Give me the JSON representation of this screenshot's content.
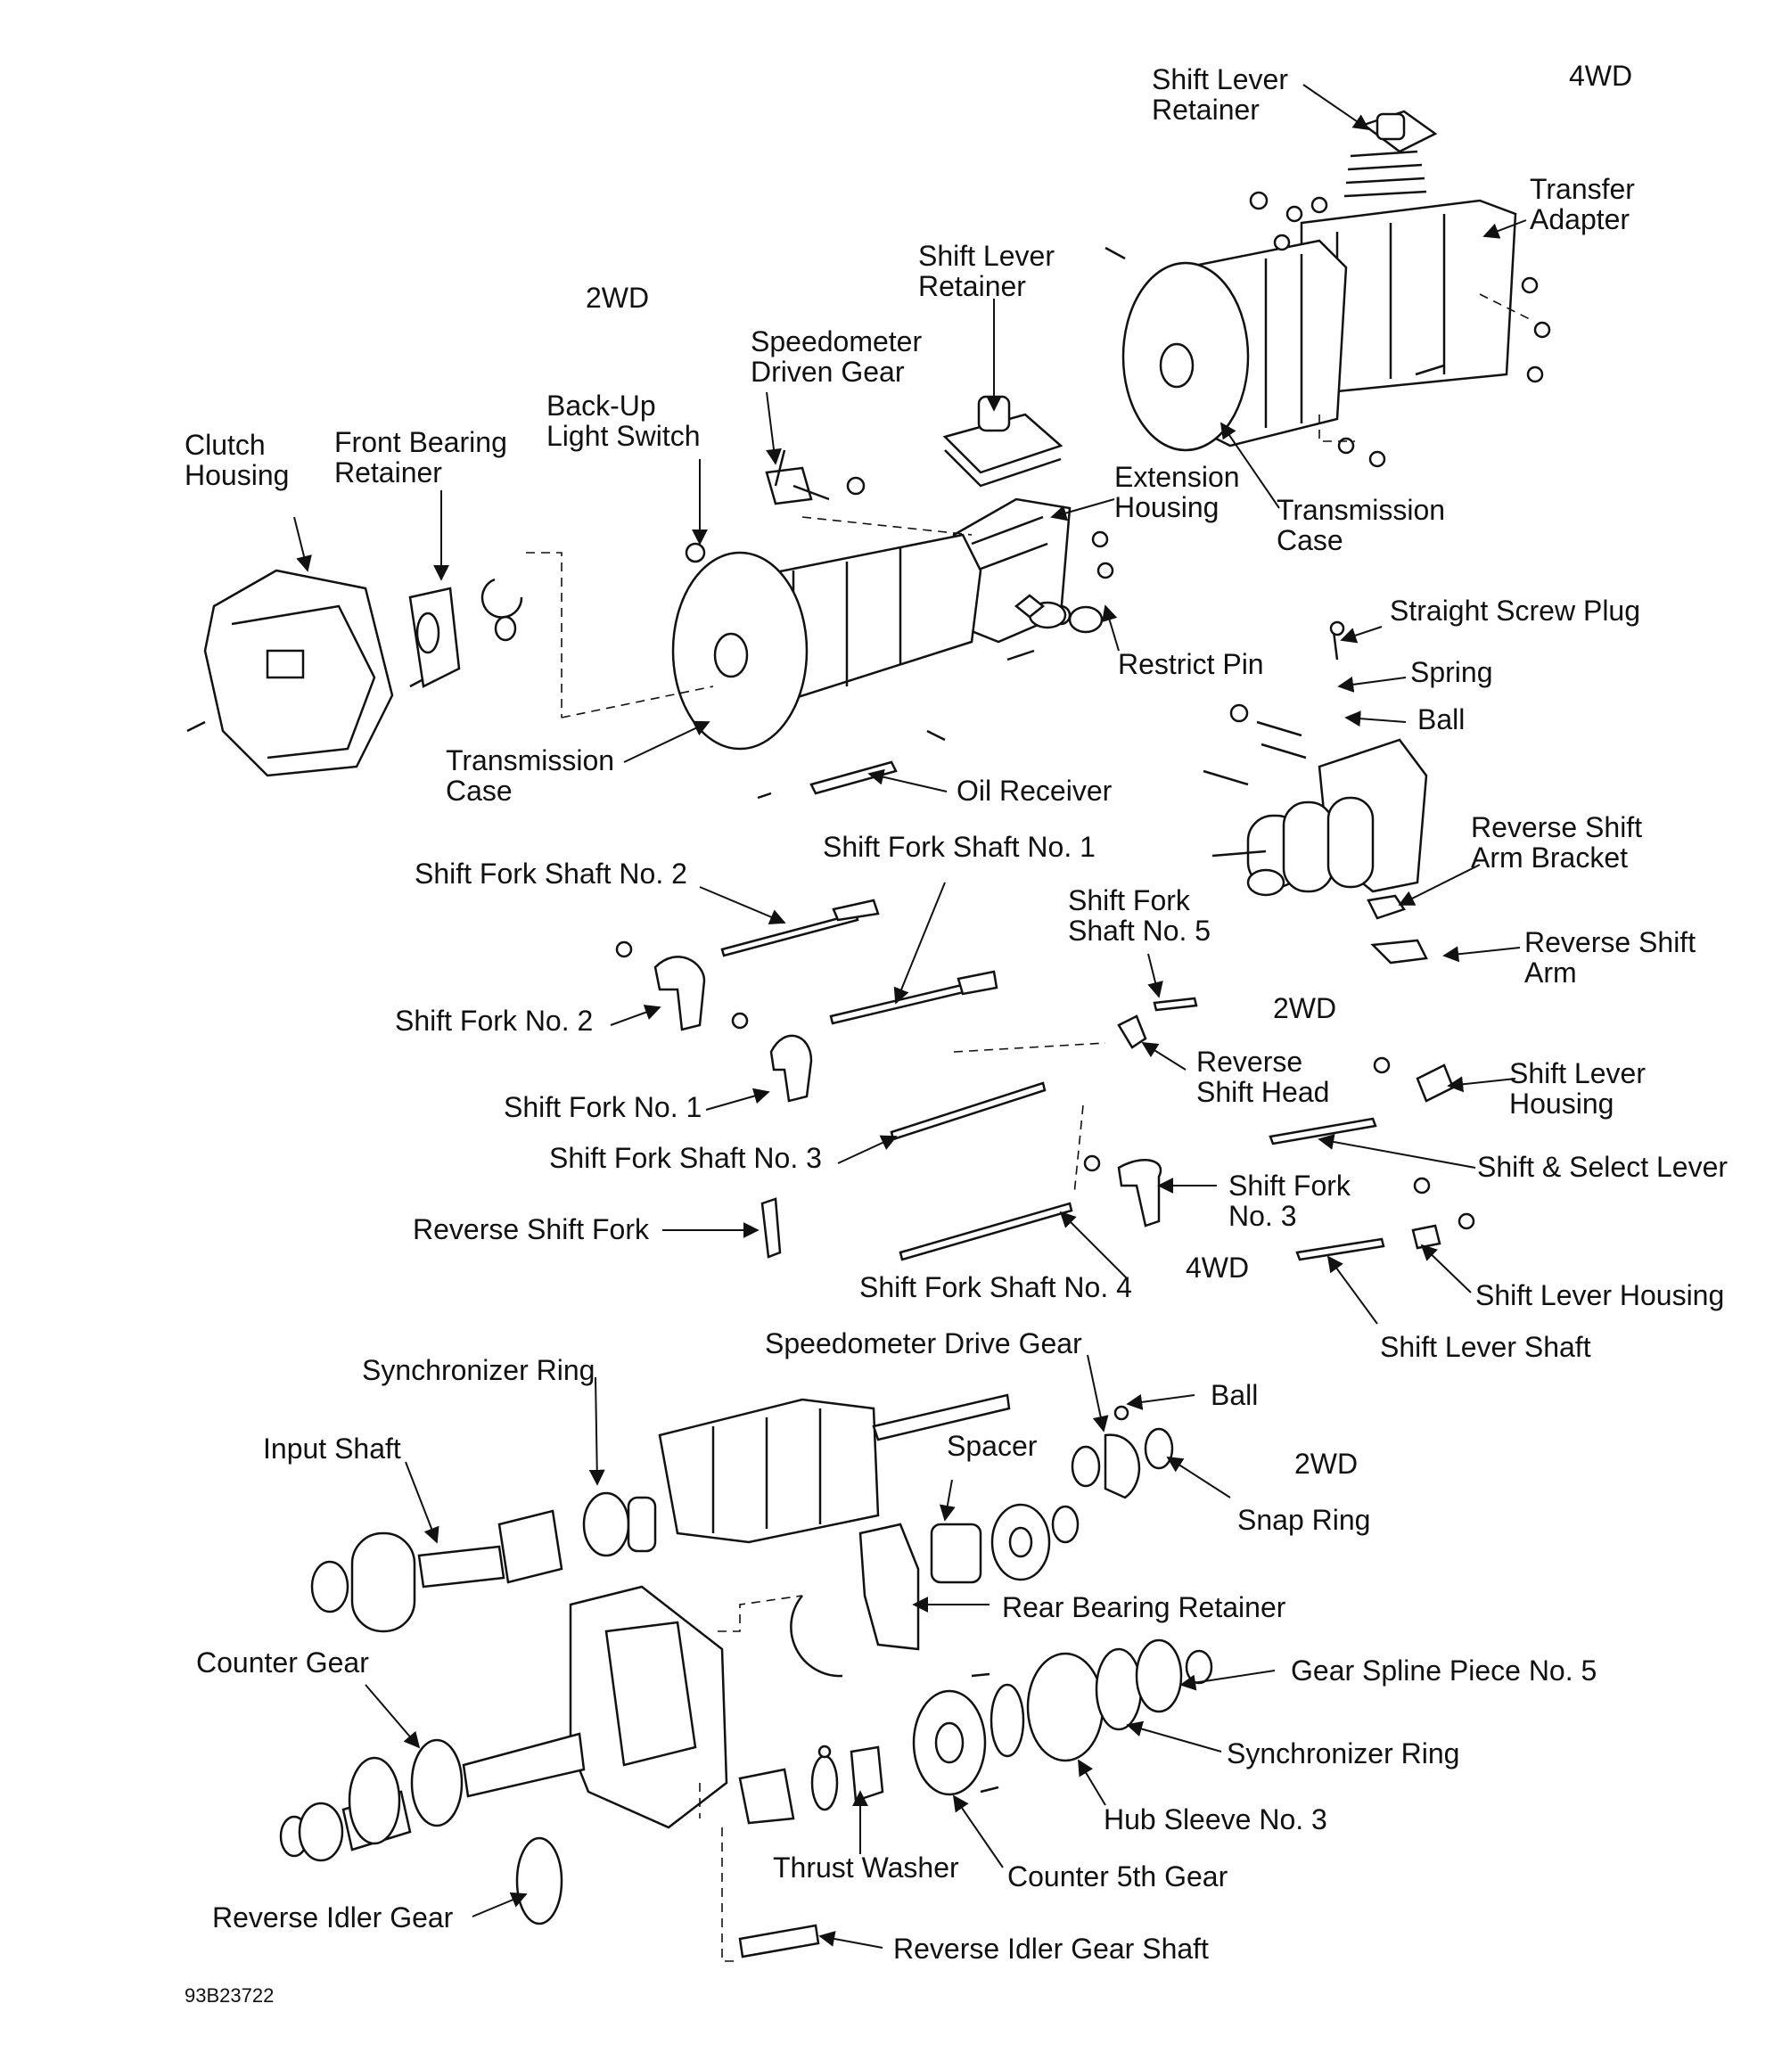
{
  "sections": {
    "top_4wd": "4WD",
    "top_2wd": "2WD",
    "mid_2wd": "2WD",
    "mid_4wd": "4WD",
    "bottom_2wd": "2WD"
  },
  "figure_code": "93B23722",
  "labels": {
    "shift_lever_retainer_4wd": "Shift Lever\nRetainer",
    "transfer_adapter": "Transfer\nAdapter",
    "shift_lever_retainer_2wd": "Shift Lever\nRetainer",
    "speedometer_driven_gear": "Speedometer\nDriven Gear",
    "back_up_light_switch": "Back-Up\nLight Switch",
    "clutch_housing": "Clutch\nHousing",
    "front_bearing_retainer": "Front Bearing\nRetainer",
    "extension_housing": "Extension\nHousing",
    "transmission_case_4wd": "Transmission\nCase",
    "straight_screw_plug": "Straight Screw Plug",
    "restrict_pin": "Restrict Pin",
    "spring": "Spring",
    "ball_top": "Ball",
    "transmission_case_2wd": "Transmission\nCase",
    "oil_receiver": "Oil Receiver",
    "shift_fork_shaft_no1": "Shift Fork Shaft No. 1",
    "reverse_shift_arm_bracket": "Reverse Shift\nArm Bracket",
    "shift_fork_shaft_no2": "Shift Fork Shaft No. 2",
    "shift_fork_shaft_no5": "Shift Fork\nShaft No. 5",
    "reverse_shift_arm": "Reverse Shift\nArm",
    "shift_fork_no2": "Shift Fork No. 2",
    "reverse_shift_head": "Reverse\nShift Head",
    "shift_lever_housing_2wd": "Shift Lever\nHousing",
    "shift_fork_no1": "Shift Fork No. 1",
    "shift_fork_shaft_no3": "Shift Fork Shaft No. 3",
    "shift_select_lever": "Shift & Select Lever",
    "shift_fork_no3": "Shift Fork\nNo. 3",
    "reverse_shift_fork": "Reverse Shift Fork",
    "shift_fork_shaft_no4": "Shift Fork Shaft No. 4",
    "shift_lever_housing_4wd": "Shift Lever Housing",
    "shift_lever_shaft": "Shift Lever Shaft",
    "speedometer_drive_gear": "Speedometer Drive Gear",
    "synchronizer_ring_top": "Synchronizer Ring",
    "ball_bottom": "Ball",
    "input_shaft": "Input Shaft",
    "spacer": "Spacer",
    "snap_ring": "Snap Ring",
    "rear_bearing_retainer": "Rear Bearing Retainer",
    "counter_gear": "Counter Gear",
    "gear_spline_piece_no5": "Gear Spline Piece No. 5",
    "synchronizer_ring_bottom": "Synchronizer Ring",
    "hub_sleeve_no3": "Hub Sleeve No. 3",
    "thrust_washer": "Thrust Washer",
    "counter_5th_gear": "Counter 5th Gear",
    "reverse_idler_gear": "Reverse Idler Gear",
    "reverse_idler_gear_shaft": "Reverse Idler Gear Shaft"
  }
}
